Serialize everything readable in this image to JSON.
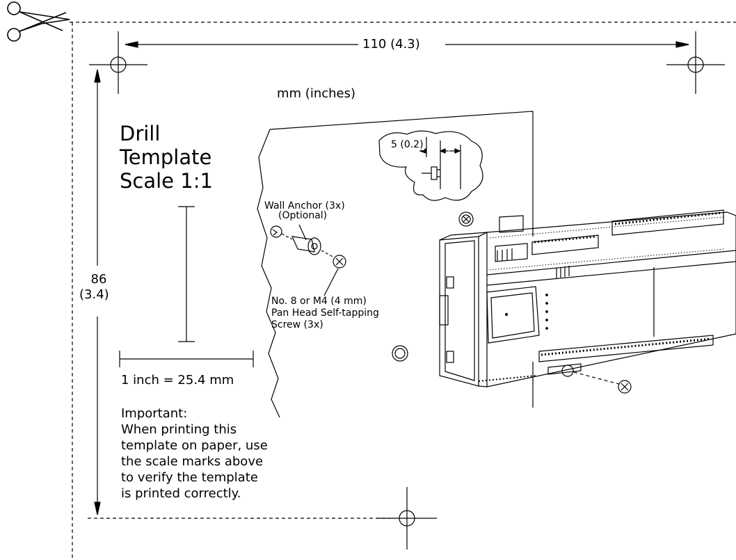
{
  "dimensions": {
    "width_label": "110 (4.3)",
    "height_value": "86",
    "height_inches": "(3.4)",
    "units": "mm (inches)",
    "spacing_label": "5 (0.2)"
  },
  "title": {
    "line1": "Drill",
    "line2": "Template",
    "line3": "Scale 1:1"
  },
  "scale": {
    "label": "1 inch = 25.4 mm"
  },
  "callouts": {
    "anchor_line1": "Wall Anchor (3x)",
    "anchor_line2": "(Optional)",
    "screw_line1": "No. 8 or M4 (4 mm)",
    "screw_line2": "Pan Head Self-tapping",
    "screw_line3": "Screw (3x)"
  },
  "note": {
    "heading": "Important:",
    "line1": "When printing this",
    "line2": "template on paper, use",
    "line3": "the scale marks above",
    "line4": "to verify the template",
    "line5": "is printed correctly."
  },
  "icons": {
    "cut": "scissors-icon",
    "holes": "crosshair-icon"
  }
}
